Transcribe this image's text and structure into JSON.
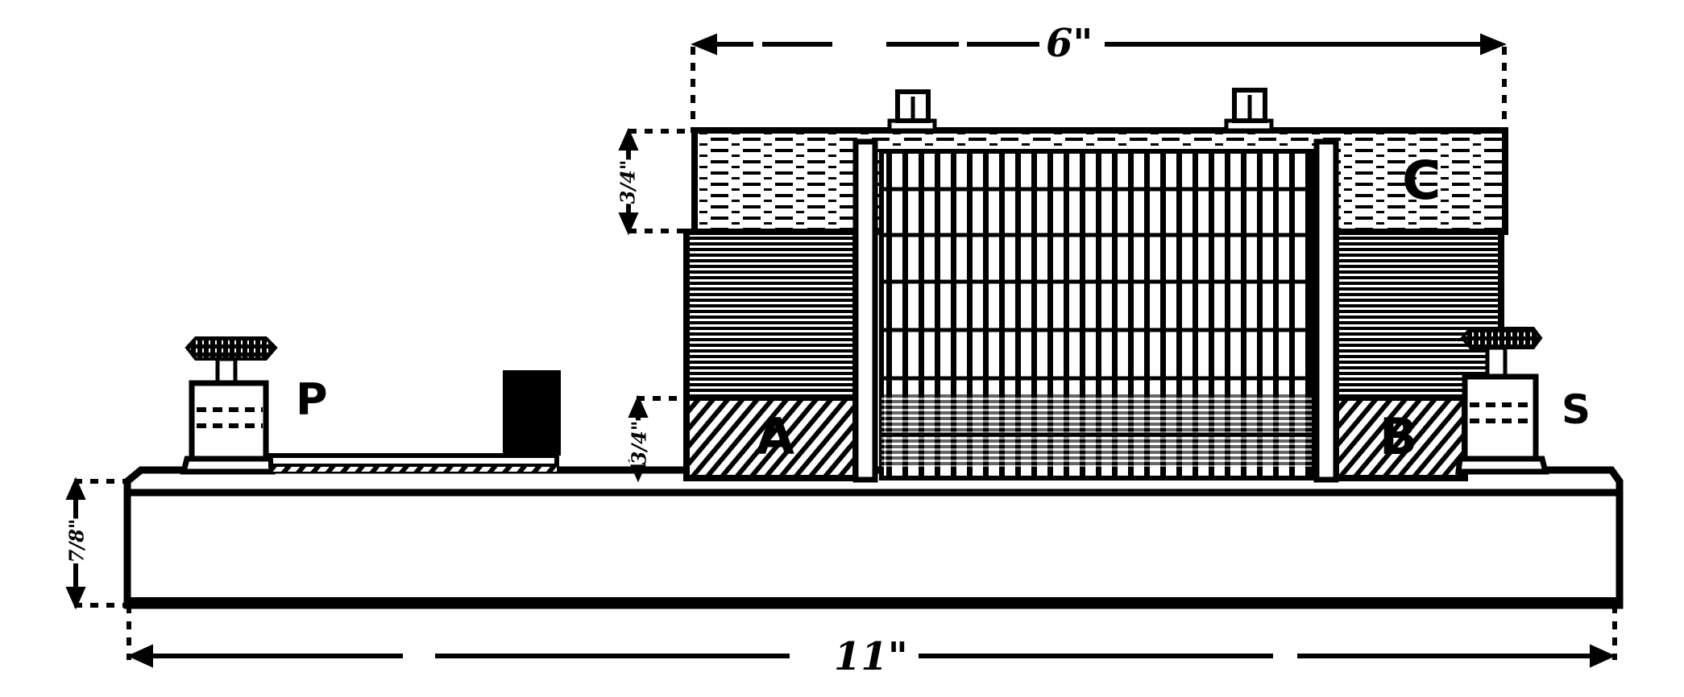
{
  "diagram": {
    "type": "mechanical-drawing",
    "subject": "electromagnet coil on wooden base with binding posts",
    "colors": {
      "ink": "#000000",
      "paper": "#ffffff"
    },
    "labels": {
      "a": "A",
      "b": "B",
      "c": "C",
      "p": "P",
      "s": "S"
    },
    "dimensions": {
      "coil_width": "6\"",
      "base_length": "11\"",
      "top_block_height": "3/4\"",
      "bottom_block_height": "3/4\"",
      "base_height": "7/8\""
    },
    "parts": [
      {
        "id": "A",
        "description": "lower left end block (hatched)"
      },
      {
        "id": "B",
        "description": "lower right end block (hatched)"
      },
      {
        "id": "C",
        "description": "top crossbar"
      },
      {
        "id": "P",
        "description": "primary binding post / spring contact"
      },
      {
        "id": "S",
        "description": "secondary binding post"
      }
    ]
  }
}
